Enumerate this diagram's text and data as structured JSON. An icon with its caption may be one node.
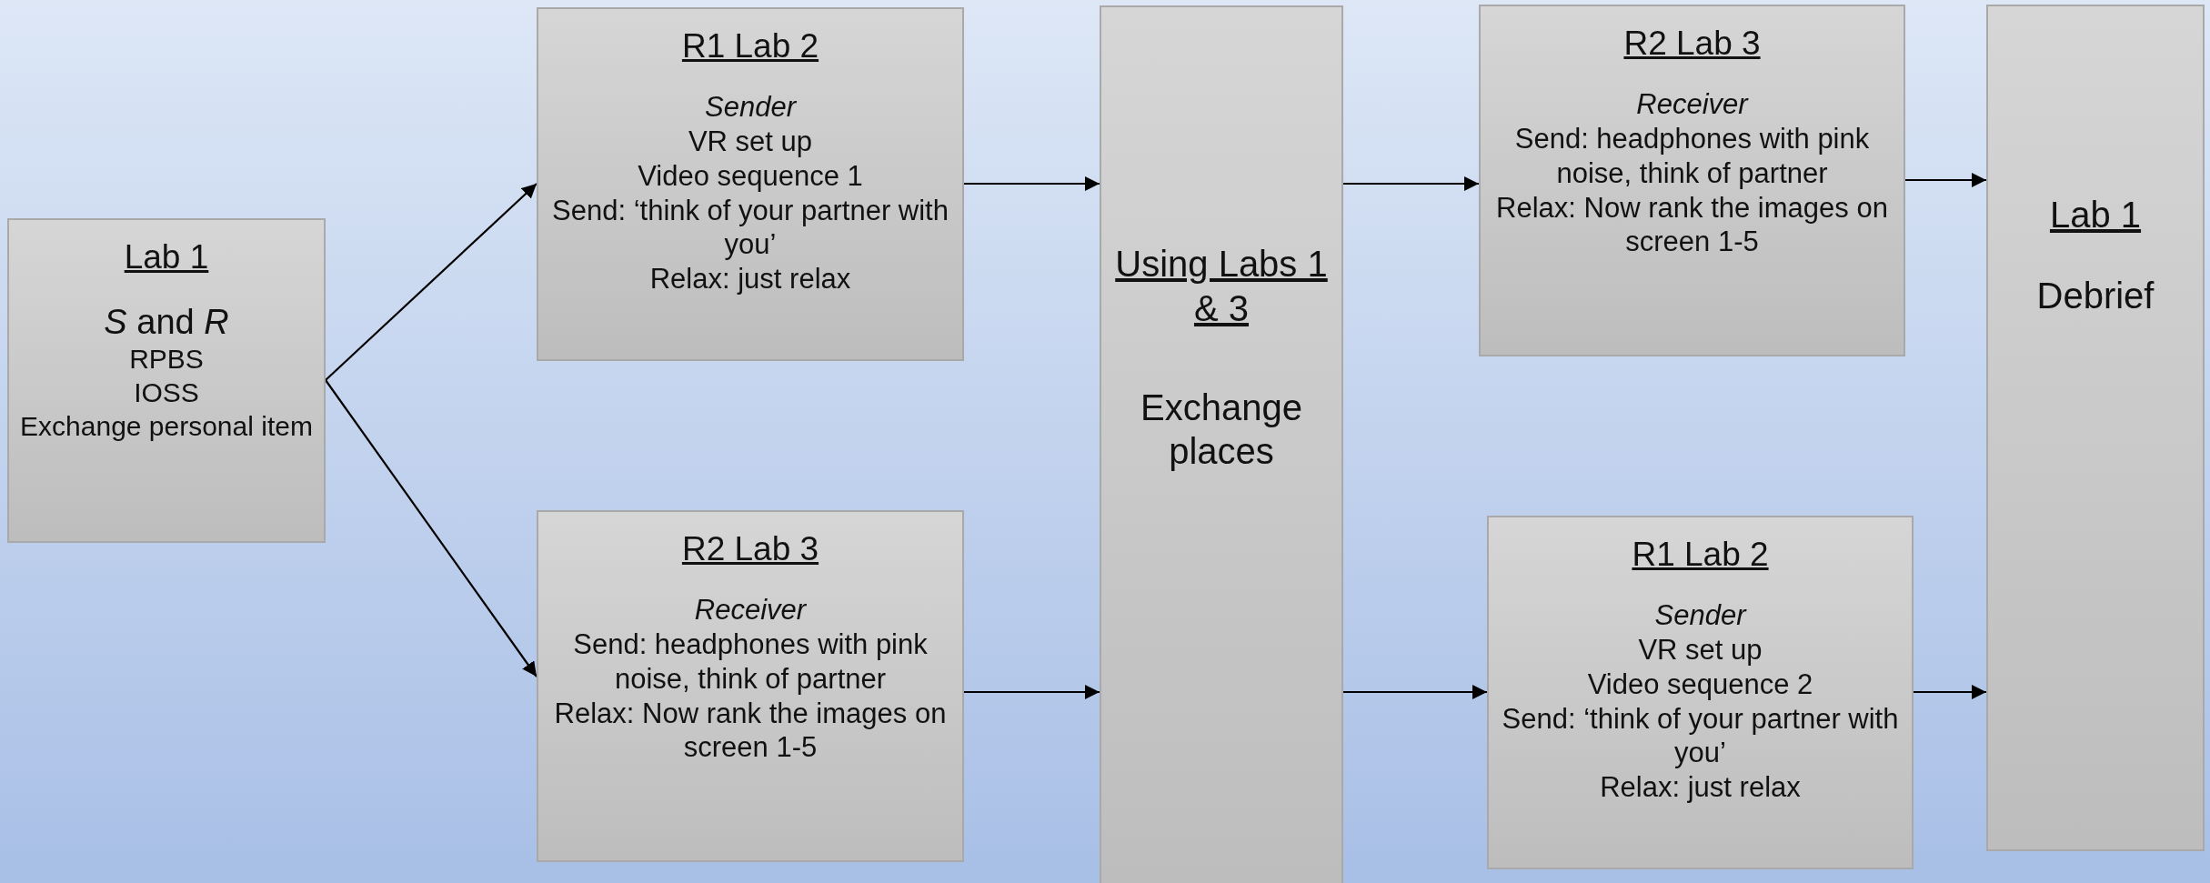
{
  "diagram": {
    "nodes": [
      {
        "text": [
          "Lab 1",
          "*S* and *R*",
          "RPBS",
          "IOSS",
          "Exchange personal item"
        ]
      },
      {
        "text": [
          "R1 Lab 2",
          "Sender",
          "VR set up",
          "Video sequence 1",
          "Send: ‘think of your partner with you’",
          "Relax: just relax"
        ]
      },
      {
        "text": [
          "R2 Lab 3",
          "Receiver",
          "Send: headphones with pink noise, think of partner",
          "Relax: Now rank the images on screen 1-5"
        ]
      },
      {
        "text": [
          "Using Labs 1 & 3",
          "Exchange places"
        ]
      },
      {
        "text": [
          "R2 Lab 3",
          "Receiver",
          "Send: headphones with pink noise, think of partner",
          "Relax: Now rank the images on screen 1-5"
        ]
      },
      {
        "text": [
          "R1 Lab 2",
          "Sender",
          "VR set up",
          "Video sequence 2",
          "Send: ‘think of your partner with you’",
          "Relax: just relax"
        ]
      },
      {
        "text": [
          "Lab 1",
          "Debrief"
        ]
      }
    ],
    "edges": [
      {
        "from": 0,
        "to": 1,
        "arrow": "to"
      },
      {
        "from": 0,
        "to": 2,
        "arrow": "to"
      },
      {
        "from": 1,
        "to": 3,
        "arrow": "to"
      },
      {
        "from": 2,
        "to": 3,
        "arrow": "to"
      },
      {
        "from": 3,
        "to": 4,
        "arrow": "to"
      },
      {
        "from": 3,
        "to": 5,
        "arrow": "to"
      },
      {
        "from": 4,
        "to": 6,
        "arrow": "to"
      },
      {
        "from": 5,
        "to": 6,
        "arrow": "to"
      }
    ]
  }
}
